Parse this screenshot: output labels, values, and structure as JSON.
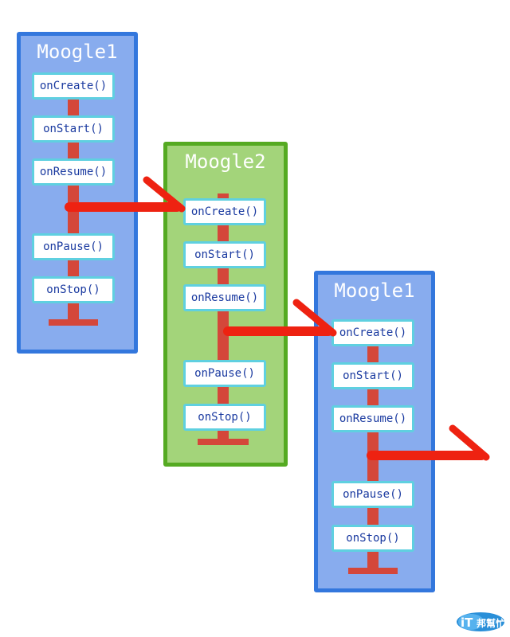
{
  "panels": [
    {
      "title": "Moogle1",
      "methods": [
        "onCreate()",
        "onStart()",
        "onResume()",
        "onPause()",
        "onStop()"
      ]
    },
    {
      "title": "Moogle2",
      "methods": [
        "onCreate()",
        "onStart()",
        "onResume()",
        "onPause()",
        "onStop()"
      ]
    },
    {
      "title": "Moogle1",
      "methods": [
        "onCreate()",
        "onStart()",
        "onResume()",
        "onPause()",
        "onStop()"
      ]
    }
  ],
  "colors": {
    "blue_fill": "#88acee",
    "blue_border": "#3377dd",
    "green_fill": "#a3d47a",
    "green_border": "#55aa22",
    "flow": "#d4473a",
    "arrow": "#ee2211",
    "method_border": "#5fd0e0",
    "method_text": "#1a3aa0"
  },
  "watermark": {
    "text": "iT邦幫忙",
    "icon": "ithome-logo"
  }
}
